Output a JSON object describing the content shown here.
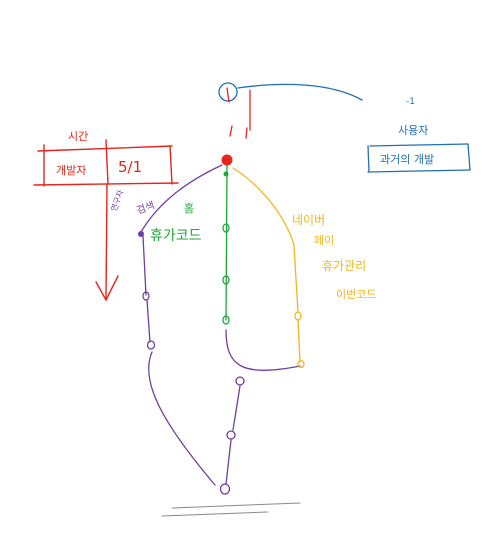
{
  "colors": {
    "red": "#e8241c",
    "blue": "#1f6fb2",
    "green": "#1aa83a",
    "yellow": "#f2b51c",
    "purple": "#6f3ea0",
    "gray": "#8a8a8a"
  },
  "annotations": {
    "red_top": "시간",
    "red_left": "개발자",
    "red_right": "5/1",
    "blue_dash": "-1",
    "blue_top": "사용자",
    "blue_bottom": "과거의 개발",
    "purple_note_1": "연구자",
    "purple_note_2": "검색",
    "green_top": "홈",
    "green_bottom": "휴가코드",
    "yellow_1": "네이버",
    "yellow_2": "페이",
    "yellow_3": "휴가관리",
    "yellow_4": "이번코드"
  }
}
